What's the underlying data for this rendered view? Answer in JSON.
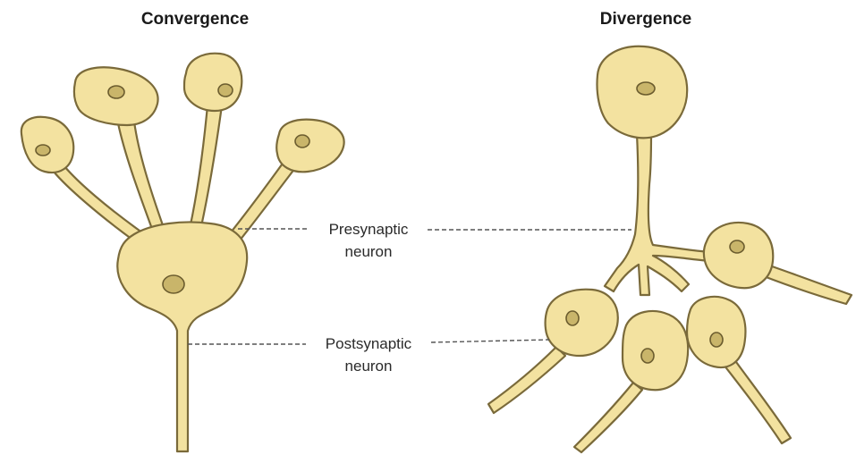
{
  "titles": {
    "left": "Convergence",
    "right": "Divergence"
  },
  "labels": {
    "presynaptic_line1": "Presynaptic",
    "presynaptic_line2": "neuron",
    "postsynaptic_line1": "Postsynaptic",
    "postsynaptic_line2": "neuron"
  },
  "colors": {
    "cell_fill": "#f3e2a0",
    "cell_outline": "#7a6a3a",
    "nucleus": "#c9b56a"
  }
}
